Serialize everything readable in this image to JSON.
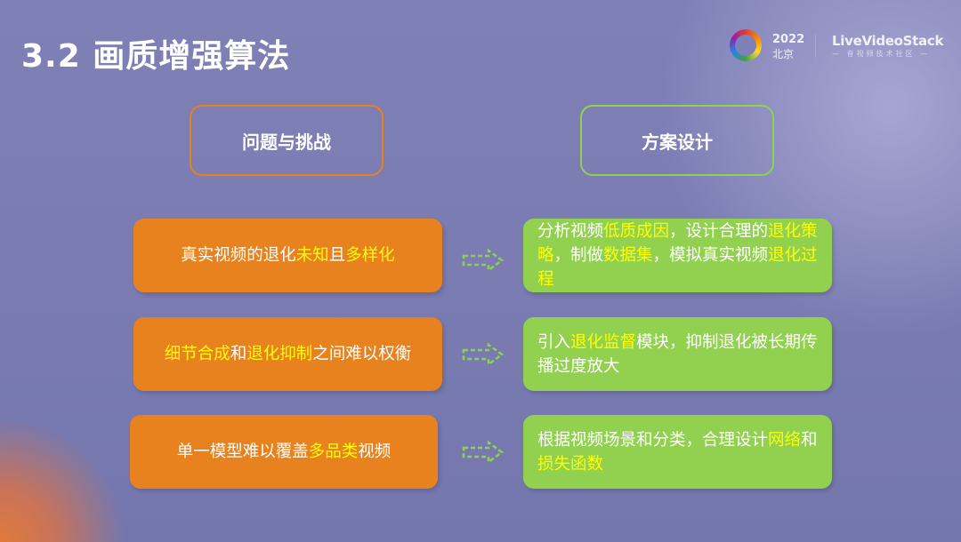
{
  "title": "3.2 画质增强算法",
  "logo": {
    "year": "2022",
    "city": "北京",
    "brand": "LiveVideoStack",
    "brand_sub": "— 音视频技术社区 —"
  },
  "headers": {
    "left": "问题与挑战",
    "right": "方案设计"
  },
  "colors": {
    "orange": "#e8821f",
    "green": "#92d050",
    "highlight": "#ffff00",
    "background": "#7a7db0"
  },
  "rows": [
    {
      "problem": [
        {
          "t": "真实视频的退化",
          "hl": false
        },
        {
          "t": "未知",
          "hl": true
        },
        {
          "t": "且",
          "hl": false
        },
        {
          "t": "多样化",
          "hl": true
        }
      ],
      "solution": [
        {
          "t": "分析视频",
          "hl": false
        },
        {
          "t": "低质成因",
          "hl": true
        },
        {
          "t": "，设计合理的",
          "hl": false
        },
        {
          "t": "退化策略",
          "hl": true
        },
        {
          "t": "，制做",
          "hl": false
        },
        {
          "t": "数据集",
          "hl": true
        },
        {
          "t": "，模拟真实视频",
          "hl": false
        },
        {
          "t": "退化过程",
          "hl": true
        }
      ]
    },
    {
      "problem": [
        {
          "t": "细节合成",
          "hl": true
        },
        {
          "t": "和",
          "hl": false
        },
        {
          "t": "退化抑制",
          "hl": true
        },
        {
          "t": "之间难以权衡",
          "hl": false
        }
      ],
      "solution": [
        {
          "t": "引入",
          "hl": false
        },
        {
          "t": "退化监督",
          "hl": true
        },
        {
          "t": "模块，抑制退化被长期传播过度放大",
          "hl": false
        }
      ]
    },
    {
      "problem": [
        {
          "t": "单一模型难以覆盖",
          "hl": false
        },
        {
          "t": "多品类",
          "hl": true
        },
        {
          "t": "视频",
          "hl": false
        }
      ],
      "solution": [
        {
          "t": "根据视频场景和分类，合理设计",
          "hl": false
        },
        {
          "t": "网络",
          "hl": true
        },
        {
          "t": "和",
          "hl": false
        },
        {
          "t": "损失函数",
          "hl": true
        }
      ]
    }
  ]
}
